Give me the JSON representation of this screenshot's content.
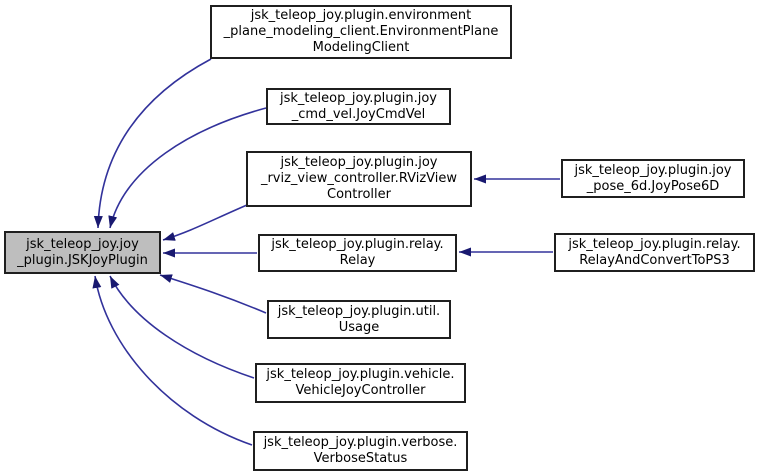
{
  "diagram": {
    "type": "inheritance-graph",
    "base_node": "jskjoyplugin",
    "nodes": {
      "jskjoyplugin": {
        "label": "jsk_teleop_joy.joy\n_plugin.JSKJoyPlugin",
        "highlighted": true
      },
      "environment": {
        "label": "jsk_teleop_joy.plugin.environment\n_plane_modeling_client.EnvironmentPlane\nModelingClient",
        "highlighted": false
      },
      "joycmdvel": {
        "label": "jsk_teleop_joy.plugin.joy\n_cmd_vel.JoyCmdVel",
        "highlighted": false
      },
      "rvizview": {
        "label": "jsk_teleop_joy.plugin.joy\n_rviz_view_controller.RVizView\nController",
        "highlighted": false
      },
      "joypose6d": {
        "label": "jsk_teleop_joy.plugin.joy\n_pose_6d.JoyPose6D",
        "highlighted": false
      },
      "relay": {
        "label": "jsk_teleop_joy.plugin.relay.\nRelay",
        "highlighted": false
      },
      "relayps3": {
        "label": "jsk_teleop_joy.plugin.relay.\nRelayAndConvertToPS3",
        "highlighted": false
      },
      "usage": {
        "label": "jsk_teleop_joy.plugin.util.\nUsage",
        "highlighted": false
      },
      "vehicle": {
        "label": "jsk_teleop_joy.plugin.vehicle.\nVehicleJoyController",
        "highlighted": false
      },
      "verbose": {
        "label": "jsk_teleop_joy.plugin.verbose.\nVerboseStatus",
        "highlighted": false
      }
    },
    "edges": [
      {
        "from": "environment",
        "to": "jskjoyplugin"
      },
      {
        "from": "joycmdvel",
        "to": "jskjoyplugin"
      },
      {
        "from": "rvizview",
        "to": "jskjoyplugin"
      },
      {
        "from": "relay",
        "to": "jskjoyplugin"
      },
      {
        "from": "usage",
        "to": "jskjoyplugin"
      },
      {
        "from": "vehicle",
        "to": "jskjoyplugin"
      },
      {
        "from": "verbose",
        "to": "jskjoyplugin"
      },
      {
        "from": "joypose6d",
        "to": "rvizview"
      },
      {
        "from": "relayps3",
        "to": "relay"
      }
    ],
    "colors": {
      "highlight_fill": "#bebebe",
      "node_fill": "#ffffff",
      "node_border": "#1f1f1f",
      "edge_stroke": "#32329b",
      "arrowhead_fill": "#191970"
    }
  }
}
